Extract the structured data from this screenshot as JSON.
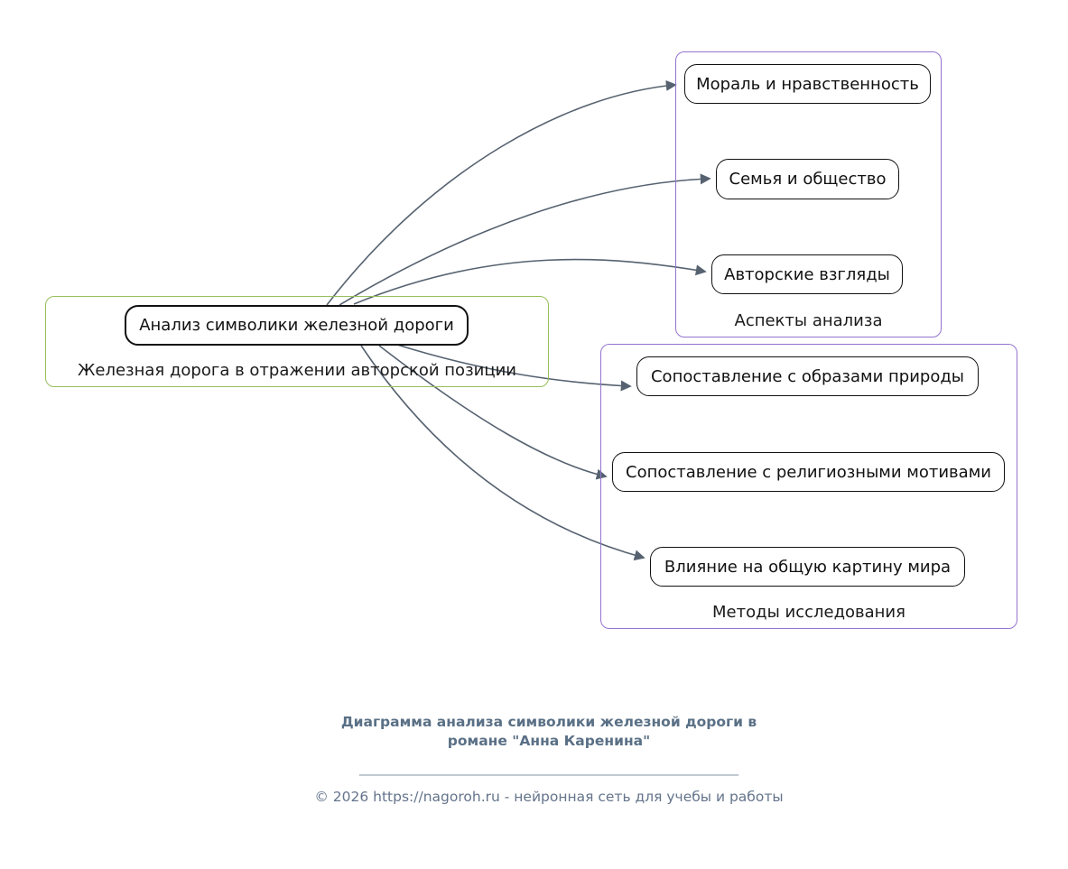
{
  "diagram": {
    "arrow_color": "#566270",
    "main_group": {
      "label": "Железная дорога в отражении авторской позиции",
      "border_color": "#97bf5a",
      "node": "Анализ символики железной дороги"
    },
    "aspects_group": {
      "label": "Аспекты анализа",
      "border_color": "#9374cf",
      "nodes": [
        "Мораль и нравственность",
        "Семья и общество",
        "Авторские взгляды"
      ]
    },
    "methods_group": {
      "label": "Методы исследования",
      "border_color": "#9374cf",
      "nodes": [
        "Сопоставление с образами природы",
        "Сопоставление с религиозными мотивами",
        "Влияние на общую картину мира"
      ]
    }
  },
  "footer": {
    "title_line1": "Диаграмма анализа символики железной дороги в",
    "title_line2": "романе \"Анна Каренина\"",
    "divider": "________________________________________________________",
    "copyright": "© 2026 https://nagoroh.ru - нейронная сеть для учебы и работы"
  }
}
